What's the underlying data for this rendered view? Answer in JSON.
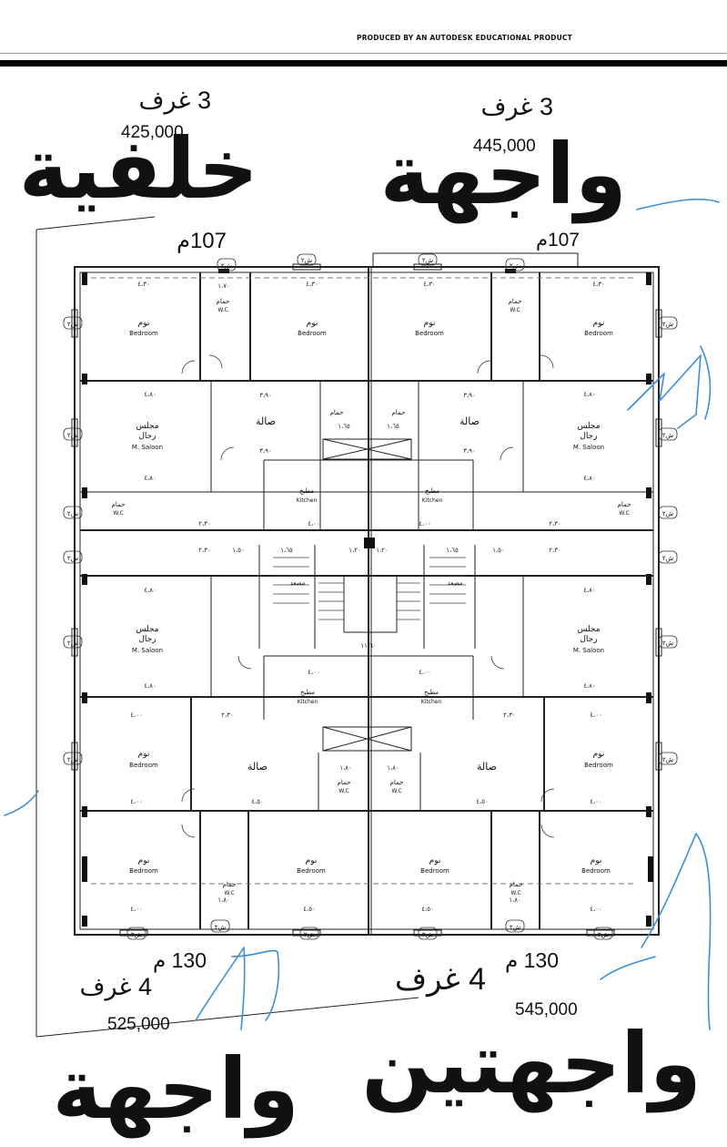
{
  "header": {
    "autodesk_note": "PRODUCED BY AN AUTODESK EDUCATIONAL PRODUCT"
  },
  "units": {
    "top_left": {
      "facade": "خلفية",
      "rooms": "3 غرف",
      "price": "425,000",
      "area": "107م"
    },
    "top_right": {
      "facade": "واجهة",
      "rooms": "3 غرف",
      "price": "445,000",
      "area": "107م"
    },
    "bottom_left": {
      "facade": "واجهة",
      "rooms": "4 غرف",
      "price": "525,000",
      "area": "130 م"
    },
    "bottom_right": {
      "facade": "واجهتين",
      "rooms": "4 غرف",
      "price": "545,000",
      "area": "130 م"
    }
  },
  "plan": {
    "bedroom_ar": "نوم",
    "bedroom_en": "Bedroom",
    "saloon_ar1": "مجلس",
    "saloon_ar2": "رجال",
    "saloon_en": "M. Saloon",
    "hall_ar": "صالة",
    "kitchen_ar": "مطبخ",
    "kitchen_en": "Kitchen",
    "bath_ar": "حمام",
    "bath_en": "W.C",
    "elevator_ar": "مصعد",
    "shaft": "ش٢",
    "dims": {
      "d430": "٤،٣٠",
      "d480": "٤،٨٠",
      "d390": "٣،٩٠",
      "d400": "٤،٠٠",
      "d450": "٤،٥٠",
      "d230": "٢،٣٠",
      "d165": "١،٦٥",
      "d1160": "١١،٦٠",
      "d180": "١،٨٠",
      "d170": "١،٧٠",
      "d120": "١،٢٠",
      "d150": "١،٥٠"
    }
  },
  "colors": {
    "ink": "#111111",
    "annotation": "#3b8fd6"
  }
}
